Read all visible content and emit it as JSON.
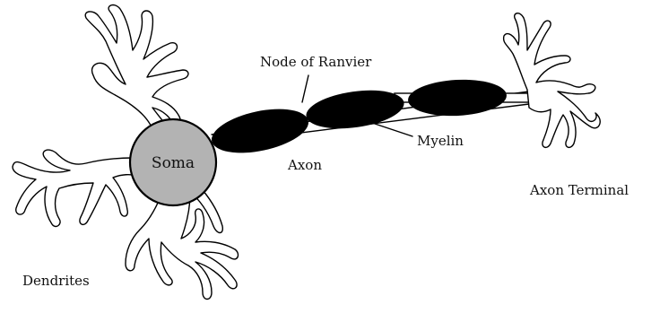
{
  "diagram": {
    "labels": {
      "soma": "Soma",
      "node_of_ranvier": "Node of Ranvier",
      "myelin": "Myelin",
      "axon": "Axon",
      "axon_terminal": "Axon Terminal",
      "dendrites": "Dendrites"
    },
    "colors": {
      "soma_fill": "#b3b3b3",
      "myelin_fill": "#000000",
      "outline": "#000000",
      "background": "#ffffff"
    }
  }
}
